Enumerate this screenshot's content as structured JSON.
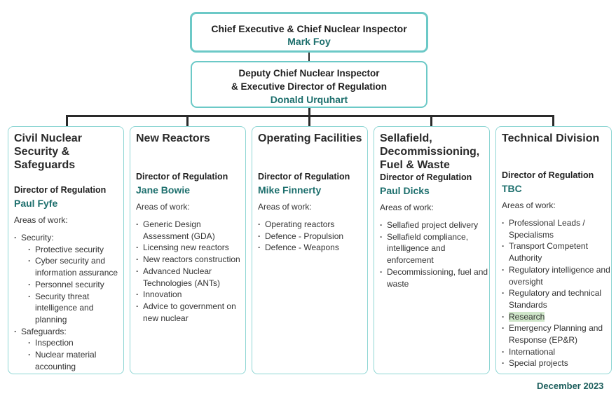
{
  "chief": {
    "role": "Chief Executive & Chief Nuclear Inspector",
    "name": "Mark Foy"
  },
  "deputy": {
    "role_line1": "Deputy Chief Nuclear Inspector",
    "role_line2": "& Executive Director of Regulation",
    "name": "Donald Urquhart"
  },
  "divisions": [
    {
      "title": "Civil Nuclear Security & Safeguards",
      "director_label": "Director of Regulation",
      "director_name": "Paul Fyfe",
      "areas_label": "Areas of work:",
      "items": [
        "Security:",
        "Safeguards:"
      ],
      "sub_security": [
        "Protective security",
        "Cyber security and information assurance",
        "Personnel security",
        "Security threat intelligence and planning"
      ],
      "sub_safeguards": [
        "Inspection",
        "Nuclear material accounting"
      ]
    },
    {
      "title": "New Reactors",
      "director_label": "Director of Regulation",
      "director_name": "Jane Bowie",
      "areas_label": "Areas of work:",
      "items": [
        "Generic Design Assessment (GDA)",
        "Licensing new reactors",
        "New reactors construction",
        "Advanced Nuclear Technologies (ANTs)",
        "Innovation",
        "Advice to government on new nuclear"
      ]
    },
    {
      "title": "Operating Facilities",
      "director_label": "Director of Regulation",
      "director_name": "Mike Finnerty",
      "areas_label": "Areas of work:",
      "items": [
        "Operating reactors",
        "Defence - Propulsion",
        "Defence - Weapons"
      ]
    },
    {
      "title": "Sellafield, Decommissioning, Fuel & Waste",
      "director_label": "Director of Regulation",
      "director_name": "Paul Dicks",
      "areas_label": "Areas of work:",
      "items": [
        "Sellafied project delivery",
        "Sellafield compliance, intelligence and enforcement",
        "Decommissioning, fuel and waste"
      ]
    },
    {
      "title": "Technical Division",
      "director_label": "Director of Regulation",
      "director_name": "TBC",
      "areas_label": "Areas of work:",
      "items": [
        "Professional Leads / Specialisms",
        "Transport Competent Authority",
        "Regulatory intelligence and oversight",
        "Regulatory and technical Standards",
        "Research",
        "Emergency Planning and Response (EP&R)",
        "International",
        "Special projects"
      ]
    }
  ],
  "footer": "December 2023",
  "colors": {
    "box_border": "#6cc9c7",
    "name_teal": "#1d6f6d",
    "highlight": "#cfe6c9"
  }
}
